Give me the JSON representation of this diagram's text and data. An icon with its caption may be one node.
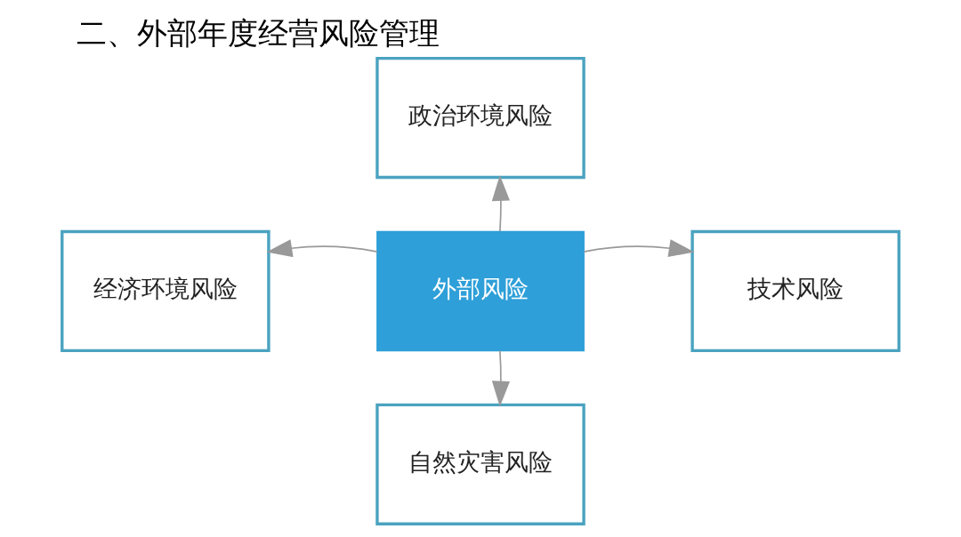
{
  "diagram": {
    "title": "二、外部年度经营风险管理",
    "nodes": [
      {
        "text": [
          "外部风险"
        ]
      },
      {
        "text": [
          "政治环境风险"
        ]
      },
      {
        "text": [
          "经济环境风险"
        ]
      },
      {
        "text": [
          "技术风险"
        ]
      },
      {
        "text": [
          "自然灾害风险"
        ]
      }
    ],
    "edges": [
      {
        "from": 0,
        "to": 1,
        "arrow": "to"
      },
      {
        "from": 0,
        "to": 2,
        "arrow": "to"
      },
      {
        "from": 0,
        "to": 3,
        "arrow": "to"
      },
      {
        "from": 0,
        "to": 4,
        "arrow": "to"
      }
    ]
  }
}
